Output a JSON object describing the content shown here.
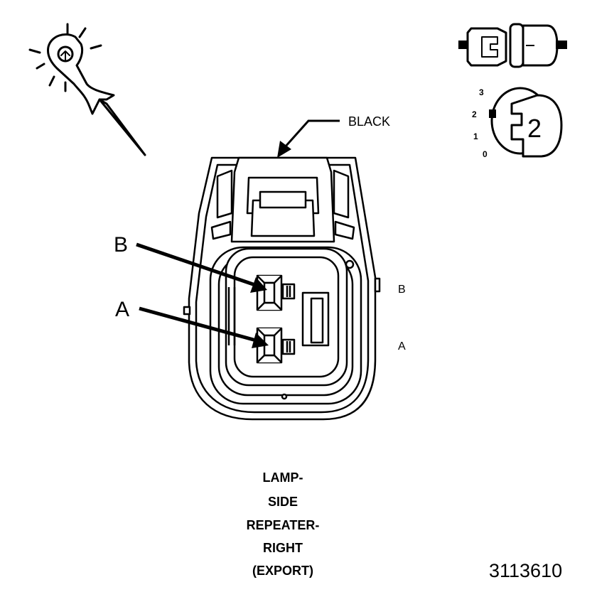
{
  "diagram": {
    "color_label": "BLACK",
    "callout_b": "B",
    "callout_a": "A",
    "pin_b": "B",
    "pin_a": "A",
    "key_scale": [
      "3",
      "2",
      "1",
      "0"
    ],
    "key_position": "2",
    "title_lines": [
      "LAMP-",
      "SIDE",
      "REPEATER-",
      "RIGHT",
      "(EXPORT)"
    ],
    "figure_id": "3113610",
    "line_color": "#000000",
    "background_color": "#ffffff"
  }
}
